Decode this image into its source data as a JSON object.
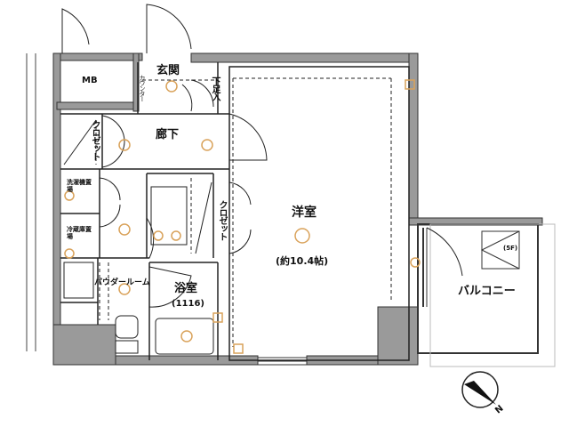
{
  "rooms": {
    "mb": "MB",
    "entrance": "玄関",
    "counter": "カウンター",
    "shoe_storage": "下足入",
    "hallway": "廊下",
    "closet_left": "クロゼット",
    "washer_space": "洗濯機置場",
    "fridge_space": "冷蔵庫置場",
    "closet_right": "クロゼット",
    "western_room": "洋室",
    "western_room_size": "(約10.4帖)",
    "powder_room": "パウダールーム",
    "bathroom": "浴室",
    "bathroom_size": "(1116)",
    "balcony": "バルコニー",
    "hatch_floor": "(5F)"
  },
  "compass": {
    "label": "N"
  },
  "colors": {
    "wall": "#9a9a9a",
    "fixture": "#d9a25a",
    "line": "#222222"
  }
}
